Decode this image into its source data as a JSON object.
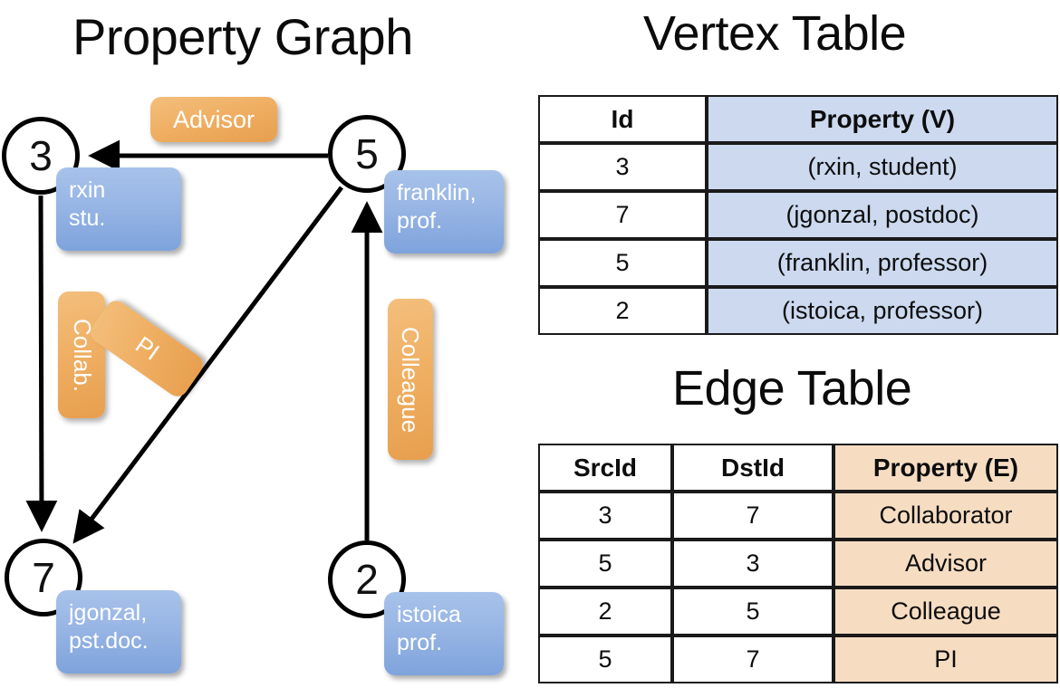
{
  "titles": {
    "property_graph": "Property Graph",
    "vertex_table": "Vertex Table",
    "edge_table": "Edge Table"
  },
  "graph": {
    "vertices": [
      {
        "id": "3",
        "property_label": "rxin\nstu."
      },
      {
        "id": "5",
        "property_label": "franklin,\nprof."
      },
      {
        "id": "7",
        "property_label": "jgonzal,\npst.doc."
      },
      {
        "id": "2",
        "property_label": "istoica\nprof."
      }
    ],
    "edge_labels": [
      {
        "name": "advisor",
        "text": "Advisor"
      },
      {
        "name": "collab",
        "text": "Collab."
      },
      {
        "name": "pi",
        "text": "PI"
      },
      {
        "name": "colleague",
        "text": "Colleague"
      }
    ],
    "edges": [
      {
        "from": "5",
        "to": "3",
        "label": "Advisor"
      },
      {
        "from": "3",
        "to": "7",
        "label": "Collab."
      },
      {
        "from": "5",
        "to": "7",
        "label": "PI"
      },
      {
        "from": "2",
        "to": "5",
        "label": "Colleague"
      }
    ]
  },
  "vertex_table": {
    "headers": [
      "Id",
      "Property (V)"
    ],
    "rows": [
      {
        "id": "3",
        "property": "(rxin, student)"
      },
      {
        "id": "7",
        "property": "(jgonzal, postdoc)"
      },
      {
        "id": "5",
        "property": "(franklin, professor)"
      },
      {
        "id": "2",
        "property": "(istoica, professor)"
      }
    ]
  },
  "edge_table": {
    "headers": [
      "SrcId",
      "DstId",
      "Property (E)"
    ],
    "rows": [
      {
        "src": "3",
        "dst": "7",
        "property": "Collaborator"
      },
      {
        "src": "5",
        "dst": "3",
        "property": "Advisor"
      },
      {
        "src": "2",
        "dst": "5",
        "property": "Colleague"
      },
      {
        "src": "5",
        "dst": "7",
        "property": "PI"
      }
    ]
  },
  "colors": {
    "vertex_property_box": "#9ab7e5",
    "edge_label_box": "#efae62",
    "vertex_table_highlight": "#ccd9ef",
    "edge_table_highlight": "#f6ddc2",
    "stroke": "#000000",
    "background": "#ffffff"
  }
}
